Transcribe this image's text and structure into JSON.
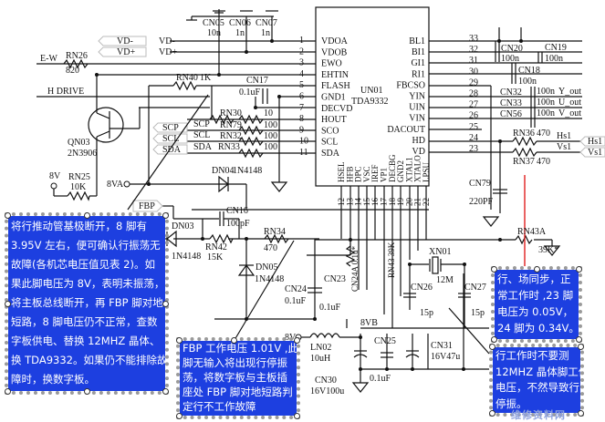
{
  "ic": {
    "ref": "UN01",
    "part": "TDA9332",
    "left_pins": [
      {
        "num": "1",
        "name": "VDOA"
      },
      {
        "num": "2",
        "name": "VDOB"
      },
      {
        "num": "3",
        "name": "EWO"
      },
      {
        "num": "4",
        "name": "EHTIN"
      },
      {
        "num": "5",
        "name": "FLASH"
      },
      {
        "num": "6",
        "name": "GND1"
      },
      {
        "num": "7",
        "name": "DECVD"
      },
      {
        "num": "8",
        "name": "HOUT"
      },
      {
        "num": "9",
        "name": "SCO"
      },
      {
        "num": "10",
        "name": "SCL"
      },
      {
        "num": "11",
        "name": "SDA"
      }
    ],
    "bottom_pins": [
      {
        "num": "12",
        "name": "HSEL"
      },
      {
        "num": "13",
        "name": "HFB"
      },
      {
        "num": "14",
        "name": "DPC"
      },
      {
        "num": "15",
        "name": "VSC"
      },
      {
        "num": "16",
        "name": "IREF"
      },
      {
        "num": "17",
        "name": "VP1"
      },
      {
        "num": "18",
        "name": "DECBG"
      },
      {
        "num": "19",
        "name": "GND2"
      },
      {
        "num": "20",
        "name": "XTAL1"
      },
      {
        "num": "21",
        "name": "XTALO"
      },
      {
        "num": "22",
        "name": "LPSU"
      }
    ],
    "right_pins": [
      {
        "num": "33",
        "name": "BL1"
      },
      {
        "num": "32",
        "name": "BI1"
      },
      {
        "num": "31",
        "name": "GI1"
      },
      {
        "num": "30",
        "name": "RI1"
      },
      {
        "num": "29",
        "name": "FBCSO"
      },
      {
        "num": "28",
        "name": "YIN"
      },
      {
        "num": "27",
        "name": "UIN"
      },
      {
        "num": "26",
        "name": "VIN"
      },
      {
        "num": "25",
        "name": "DACOUT"
      },
      {
        "num": "24",
        "name": "HD"
      },
      {
        "num": "23",
        "name": "VD"
      }
    ]
  },
  "nets": {
    "vd_minus": "VD-",
    "vd_plus": "VD+",
    "ew": "E-W",
    "hdrive": "H DRIVE",
    "scp": "SCP",
    "scl": "SCL",
    "sda": "SDA",
    "v8": "8V",
    "v8a": "8VA",
    "v8b": "8VB",
    "fbp": "FBP",
    "hs1": "Hs1",
    "vs1": "Vs1",
    "y_out": "Y_out",
    "u_out": "U_out",
    "v_out": "V_out"
  },
  "components": {
    "cn05": {
      "ref": "CN05",
      "value": "10n"
    },
    "cn06": {
      "ref": "CN06",
      "value": "1n"
    },
    "cn07": {
      "ref": "CN07",
      "value": "1n"
    },
    "rn26": {
      "ref": "RN26",
      "value": "820"
    },
    "rn40": {
      "ref": "RN40",
      "value": "1K"
    },
    "cn17": {
      "ref": "CN17",
      "value": "0.1uF"
    },
    "rn30": {
      "ref": "RN30",
      "value": "10"
    },
    "rn79": {
      "ref": "RN79",
      "value": "100"
    },
    "rn32": {
      "ref": "RN32",
      "value": "100"
    },
    "rn33": {
      "ref": "RN33",
      "value": "100"
    },
    "qn03": {
      "ref": "QN03",
      "value": "2N3906"
    },
    "rn25": {
      "ref": "RN25",
      "value": "10K"
    },
    "dn04": {
      "ref": "DN04",
      "value": "1N4148"
    },
    "dn03": {
      "ref": "DN03",
      "value": "1N4148"
    },
    "cn16": {
      "ref": "CN16",
      "value": "100pF"
    },
    "rn42": {
      "ref": "RN42",
      "value": "15K"
    },
    "rn34": {
      "ref": "RN34",
      "value": "470"
    },
    "dn05": {
      "ref": "DN05",
      "value": "1N4148"
    },
    "cn24": {
      "ref": "CN24",
      "value": "0.1uF"
    },
    "cn23": {
      "ref": "CN23",
      "value": "0.1uF"
    },
    "cn24a": {
      "ref": "CN24A",
      "value": "0.1u*"
    },
    "rn43": {
      "ref": "RN43",
      "value": "39K"
    },
    "ln02": {
      "ref": "LN02",
      "value": "10uH"
    },
    "cn30": {
      "ref": "CN30",
      "value": "16V100u"
    },
    "cn25": {
      "ref": "CN25",
      "value": "0.1uF"
    },
    "cn31": {
      "ref": "CN31",
      "value": "16V47u"
    },
    "xn01": {
      "ref": "XN01",
      "value": "12M"
    },
    "cn26": {
      "ref": "CN26",
      "value": "15p"
    },
    "cn27": {
      "ref": "CN27",
      "value": "15p"
    },
    "cn79": {
      "ref": "CN79",
      "value": "220PF"
    },
    "rn43a": {
      "ref": "RN43A",
      "value": "39K*"
    },
    "rn36": {
      "ref": "RN36",
      "value": "470"
    },
    "rn37": {
      "ref": "RN37",
      "value": "470"
    },
    "cn20": {
      "ref": "CN20",
      "value": "100n"
    },
    "cn19": {
      "ref": "CN19",
      "value": "100n"
    },
    "cn18": {
      "ref": "CN18",
      "value": "100n"
    },
    "cn32": {
      "ref": "CN32",
      "value": "100n"
    },
    "cn33": {
      "ref": "CN33",
      "value": "100n"
    },
    "cn56": {
      "ref": "CN56",
      "value": "100n"
    }
  },
  "notes": {
    "pin8": [
      "将行推动管基极断开，8 脚有",
      "3.95V 左右，便可确认行振荡无",
      "故障(各机芯电压值见表 2)。如",
      "果此脚电压为 8V，表明未振荡，",
      "将主板总线断开，再 FBP 脚对地",
      "短路，8 脚电压仍不正常，查数",
      "字板供电、替换 12MHZ 晶体、",
      "换 TDA9332。如果仍不能排除故",
      "障时，换数字板。"
    ],
    "fbp": [
      "FBP 工作电压 1.01V ,此",
      "脚无输入将出现行停振",
      "荡，将数字板与主板插",
      "座处 FBP 脚对地短路判",
      "定行不工作故障"
    ],
    "sync": [
      "行、场同步，正",
      "常工作时 ,23 脚",
      "电压为 0.05V，",
      "24 脚为 0.34V。"
    ],
    "crystal": [
      "行工作时不要测",
      "12MHZ 晶体脚工作",
      "电压，不然导致行",
      "停振。"
    ]
  },
  "watermark": "维修资料网",
  "colors": {
    "note_bg": "#1d3fe0",
    "note_text": "#ffffff",
    "pointer_red": "#e02020",
    "wire": "#111111"
  }
}
